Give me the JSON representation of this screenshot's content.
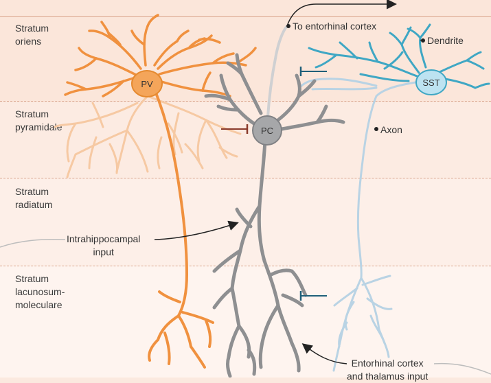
{
  "layers": [
    {
      "name": "Stratum\noriens"
    },
    {
      "name": "Stratum\npyramidale"
    },
    {
      "name": "Stratum\nradiatum"
    },
    {
      "name": "Stratum\nlacunosum-\nmoleculare"
    }
  ],
  "cells": {
    "pv": "PV",
    "pc": "PC",
    "sst": "SST"
  },
  "annotations": {
    "to_entorhinal": "To entorhinal cortex",
    "dendrite": "Dendrite",
    "axon": "Axon",
    "intrahippocampal": "Intrahippocampal\ninput",
    "entorhinal_input": "Entorhinal cortex\nand thalamus input"
  },
  "colors": {
    "pv": "#f0913f",
    "pv_axon": "#f6c9a3",
    "pc": "#8e8f91",
    "sst": "#3fa7c4",
    "sst_axon": "#b9d3e4",
    "inhibit_red": "#8a3b2c",
    "inhibit_blue": "#1f5f79",
    "background": "#fbe9df"
  }
}
